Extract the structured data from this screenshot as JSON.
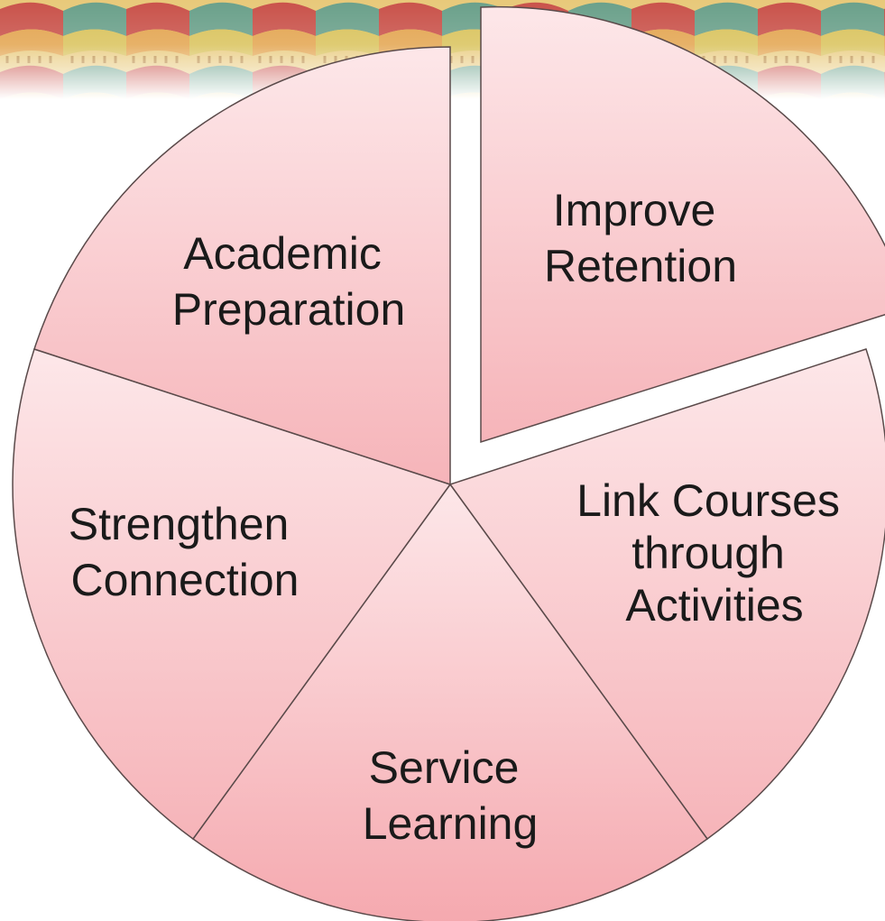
{
  "colors": {
    "segment_fill_light": "#fde4e6",
    "segment_fill_dark": "#f6aab0",
    "segment_stroke": "#5a4a4a"
  },
  "segments": [
    {
      "id": "improve-retention",
      "lines": [
        "Improve",
        "Retention"
      ],
      "exploded": true
    },
    {
      "id": "link-courses",
      "lines": [
        "Link Courses",
        "through",
        "Activities"
      ],
      "exploded": false
    },
    {
      "id": "service-learning",
      "lines": [
        "Service",
        "Learning"
      ],
      "exploded": false
    },
    {
      "id": "strengthen-connection",
      "lines": [
        "Strengthen",
        "Connection"
      ],
      "exploded": false
    },
    {
      "id": "academic-preparation",
      "lines": [
        "Academic",
        "Preparation"
      ],
      "exploded": false
    }
  ]
}
